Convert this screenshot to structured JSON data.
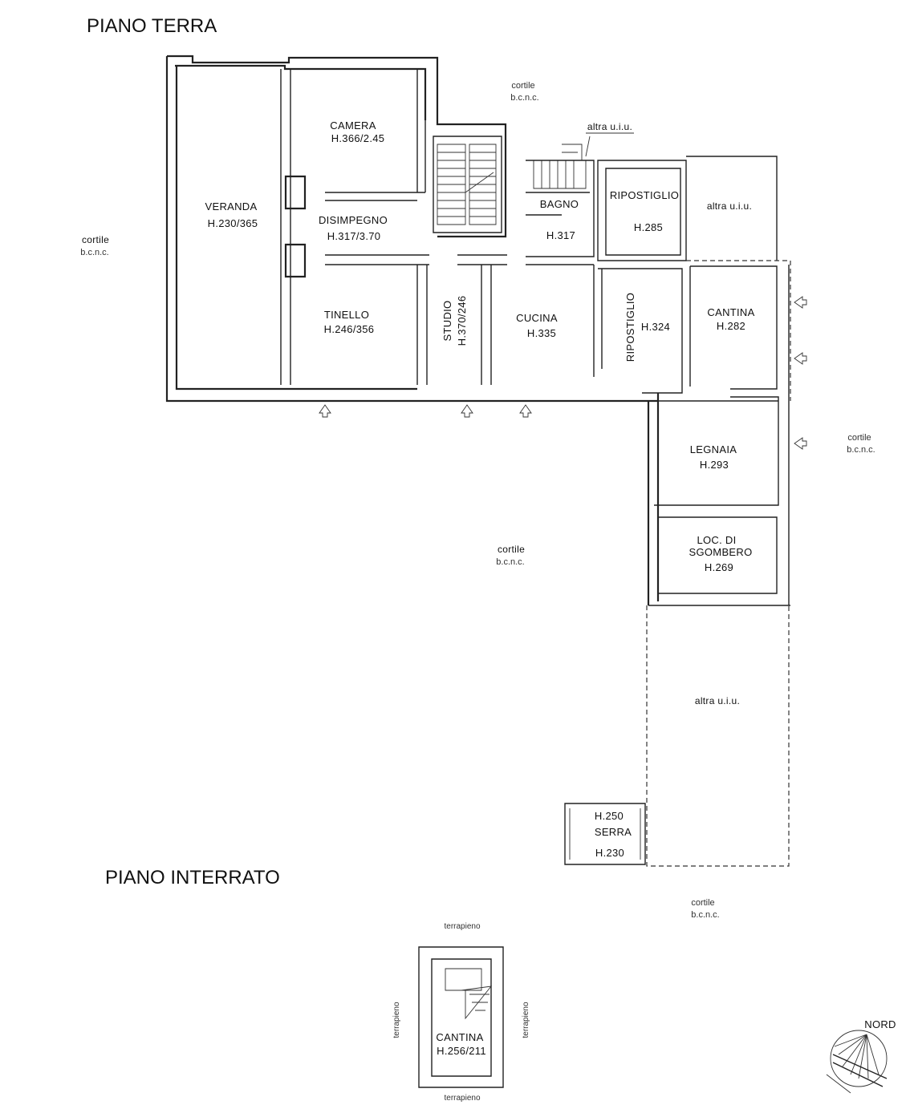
{
  "titles": {
    "ground_floor": "PIANO TERRA",
    "basement": "PIANO INTERRATO"
  },
  "rooms": {
    "camera": {
      "name": "CAMERA",
      "height": "H.366/2.45"
    },
    "veranda": {
      "name": "VERANDA",
      "height": "H.230/365"
    },
    "disimpegno": {
      "name": "DISIMPEGNO",
      "height": "H.317/3.70"
    },
    "tinello": {
      "name": "TINELLO",
      "height": "H.246/356"
    },
    "studio": {
      "name": "STUDIO",
      "height": "H.370/246"
    },
    "cucina": {
      "name": "CUCINA",
      "height": "H.335"
    },
    "bagno": {
      "name": "BAGNO",
      "height": "H.317"
    },
    "ripostiglio_1": {
      "name": "RIPOSTIGLIO",
      "height": "H.285"
    },
    "ripostiglio_2": {
      "name": "RIPOSTIGLIO",
      "height": "H.324"
    },
    "cantina": {
      "name": "CANTINA",
      "height": "H.282"
    },
    "legnaia": {
      "name": "LEGNAIA",
      "height": "H.293"
    },
    "sgombero": {
      "name_line1": "LOC. DI",
      "name_line2": "SGOMBERO",
      "height": "H.269"
    },
    "serra": {
      "height_top": "H.250",
      "name": "SERRA",
      "height_bottom": "H.230"
    },
    "cantina_basement": {
      "name": "CANTINA",
      "height": "H.256/211"
    }
  },
  "labels": {
    "altra_uiu_top": "altra u.i.u.",
    "altra_uiu_right": "altra u.i.u.",
    "altra_uiu_big": "altra u.i.u.",
    "cortile": "cortile",
    "bcnc": "b.c.n.c.",
    "terrapieno": "terrapieno",
    "nord": "NORD"
  }
}
